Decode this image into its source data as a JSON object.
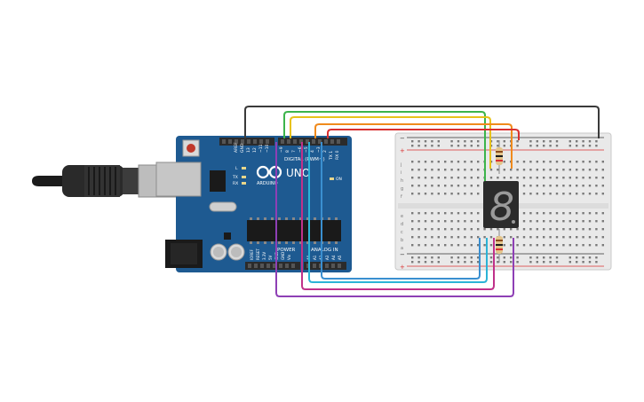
{
  "board": {
    "brand_name": "UNO",
    "brand_sub": "ARDUINO",
    "digital_header": "DIGITAL (PWM~)",
    "power_header": "POWER",
    "analog_header": "ANALOG IN",
    "pin_aref": "AREF",
    "pin_gnd": "GND",
    "digital_pins": [
      "13",
      "12",
      "~11",
      "~10",
      "~9",
      "8",
      "7",
      "~6",
      "~5",
      "4",
      "~3",
      "2",
      "TX 1",
      "RX 0"
    ],
    "led_l": "L",
    "led_tx": "TX",
    "led_rx": "RX",
    "led_on": "ON",
    "power_pins": [
      "IOREF",
      "RESET",
      "3.3V",
      "5V",
      "GND",
      "GND",
      "Vin"
    ],
    "analog_pins": [
      "A0",
      "A1",
      "A2",
      "A3",
      "A4",
      "A5"
    ]
  },
  "breadboard": {
    "row_letters_top": [
      "j",
      "i",
      "h",
      "g",
      "f"
    ],
    "row_letters_bottom": [
      "e",
      "d",
      "c",
      "b",
      "a"
    ],
    "rail_plus": "+",
    "rail_minus": "−"
  },
  "display": {
    "digit_shown": "8"
  },
  "wires": [
    {
      "name": "gnd-wire",
      "color": "#3a3a3a"
    },
    {
      "name": "green-wire",
      "color": "#3cb44b"
    },
    {
      "name": "yellow-wire",
      "color": "#e8c21a"
    },
    {
      "name": "orange-wire",
      "color": "#f08a1c"
    },
    {
      "name": "red-wire",
      "color": "#d93030"
    },
    {
      "name": "purple-wire",
      "color": "#8e3fb5"
    },
    {
      "name": "pink-wire",
      "color": "#c0318a"
    },
    {
      "name": "cyan-wire",
      "color": "#2bb3d6"
    },
    {
      "name": "blue-wire",
      "color": "#3a8fd0"
    }
  ],
  "colors": {
    "board_blue": "#1e5a91",
    "breadboard": "#e9e9e9",
    "display_body": "#2b2b2b"
  }
}
